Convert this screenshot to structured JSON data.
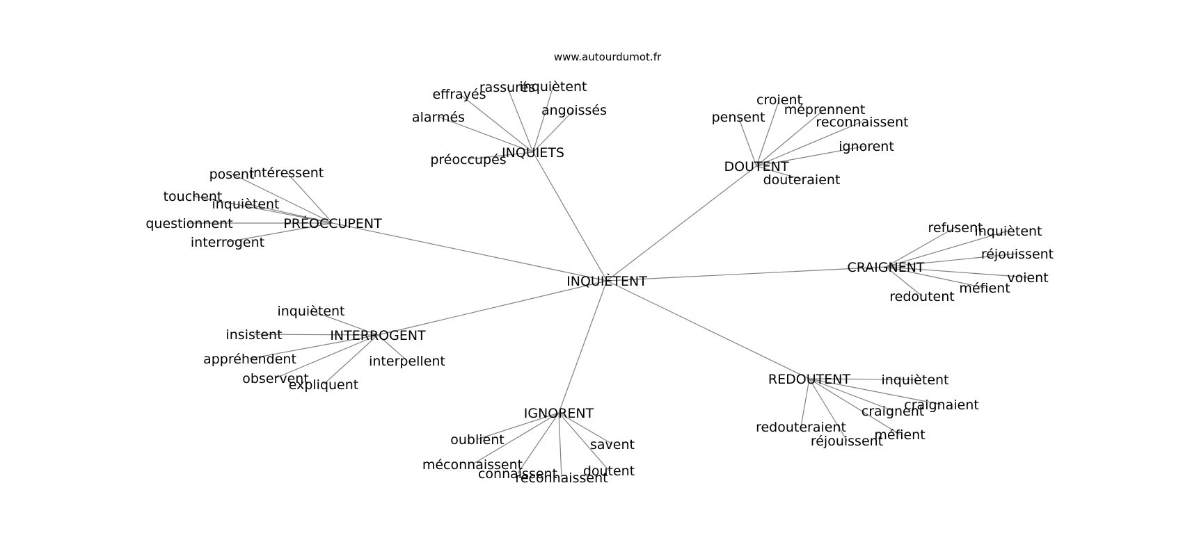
{
  "watermark": "www.autourdumot.fr",
  "center": {
    "id": "center",
    "label": "INQUIÈTENT"
  },
  "hubs": [
    {
      "id": "inquiets",
      "label": "INQUIETS",
      "leaves": [
        "effrayés",
        "rassurés",
        "inquiètent",
        "angoissés",
        "alarmés",
        "préoccupés"
      ]
    },
    {
      "id": "doutent",
      "label": "DOUTENT",
      "leaves": [
        "croient",
        "méprennent",
        "pensent",
        "reconnaissent",
        "ignorent",
        "douteraient"
      ]
    },
    {
      "id": "preoccupent",
      "label": "PRÉOCCUPENT",
      "leaves": [
        "posent",
        "intéressent",
        "touchent",
        "inquiètent",
        "questionnent",
        "interrogent"
      ]
    },
    {
      "id": "craignent",
      "label": "CRAIGNENT",
      "leaves": [
        "refusent",
        "inquiètent",
        "réjouissent",
        "voient",
        "méfient",
        "redoutent"
      ]
    },
    {
      "id": "interrogent",
      "label": "INTERROGENT",
      "leaves": [
        "inquiètent",
        "insistent",
        "appréhendent",
        "observent",
        "expliquent",
        "interpellent"
      ]
    },
    {
      "id": "redoutent",
      "label": "REDOUTENT",
      "leaves": [
        "inquiètent",
        "craignaient",
        "craignent",
        "redouteraient",
        "méfient",
        "réjouissent"
      ]
    },
    {
      "id": "ignorent",
      "label": "IGNORENT",
      "leaves": [
        "oublient",
        "méconnaissent",
        "connaissent",
        "reconnaissent",
        "savent",
        "doutent"
      ]
    }
  ]
}
